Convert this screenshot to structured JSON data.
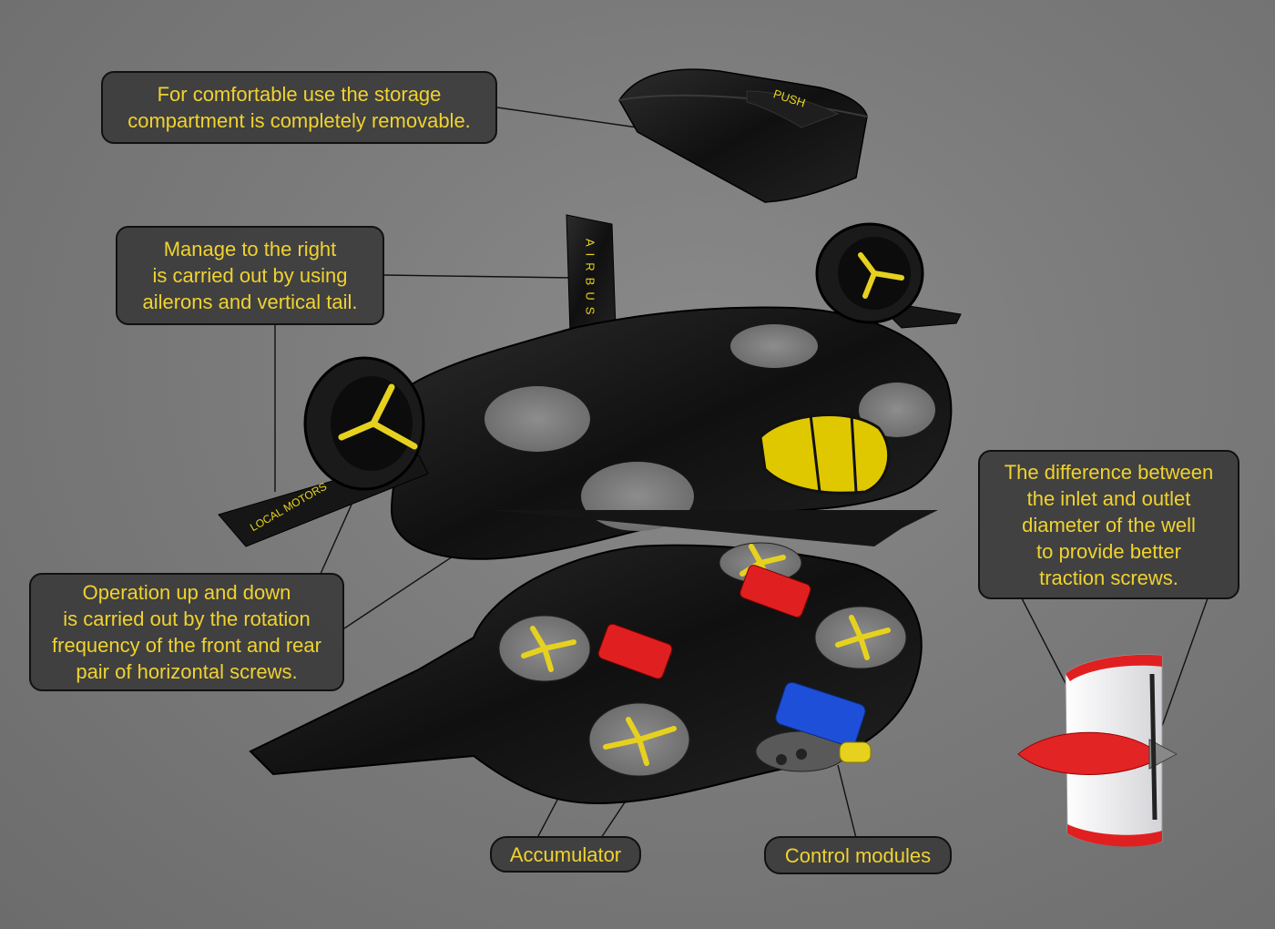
{
  "callouts": {
    "storage": "For comfortable use the storage\ncompartment is completely removable.",
    "manage": "Manage to the right\nis carried out by using\nailerons and vertical tail.",
    "operation": "Operation up and down\nis carried out by the rotation\nfrequency of the front and rear\npair of horizontal screws.",
    "difference": "The difference between\nthe inlet and outlet\ndiameter of the well\nto provide better\ntraction screws.",
    "accumulator": "Accumulator",
    "control": "Control modules"
  },
  "decals": {
    "tail": "AIRBUS",
    "wing": "LOCAL MOTORS",
    "lid": "PUSH"
  },
  "colors": {
    "callout_text": "#f0d230",
    "callout_bg": "#3c3c3c",
    "body": "#141414",
    "accent_yellow": "#e6d21e",
    "battery_red": "#e02020",
    "module_blue": "#1e4fd8"
  }
}
